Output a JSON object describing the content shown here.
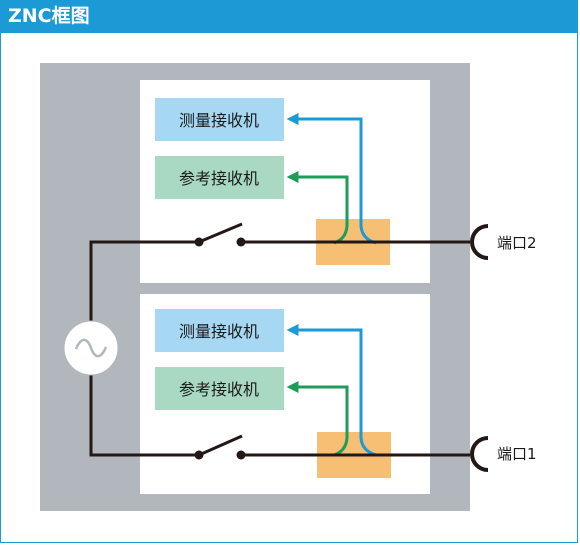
{
  "header": {
    "title": "ZNC框图",
    "accent_color": "#1b9ad6"
  },
  "diagram": {
    "colors": {
      "enclosure": "#b1b7bd",
      "panel": "#ffffff",
      "measure_box": "#a6d8f4",
      "reference_box": "#a9d9c3",
      "coupler": "#f6bf74",
      "measure_signal": "#1b9ad6",
      "reference_signal": "#1f9c5a",
      "wire": "#231815"
    },
    "icons": {
      "source": "ac-source-icon",
      "switch": "switch-icon",
      "port": "port-connector-icon"
    },
    "upper_path": {
      "measure_receiver": "测量接收机",
      "reference_receiver": "参考接收机",
      "port": "端口2"
    },
    "lower_path": {
      "measure_receiver": "测量接收机",
      "reference_receiver": "参考接收机",
      "port": "端口1"
    }
  }
}
